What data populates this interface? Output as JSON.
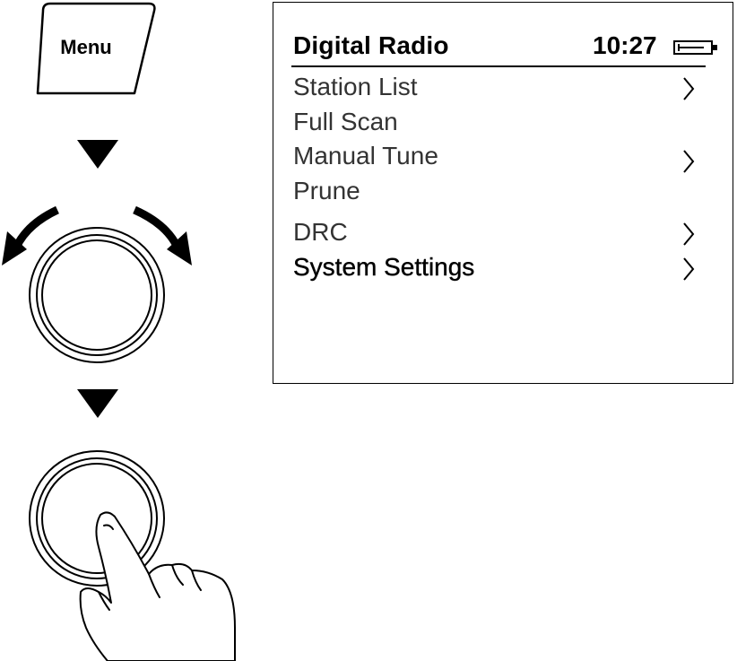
{
  "menu_button": {
    "label": "Menu"
  },
  "screen": {
    "title": "Digital Radio",
    "time": "10:27",
    "status_icon": "battery-icon",
    "items": [
      {
        "label": "Station List",
        "has_submenu": true,
        "highlighted": false
      },
      {
        "label": "Full Scan",
        "has_submenu": false,
        "highlighted": false
      },
      {
        "label": "Manual Tune",
        "has_submenu": true,
        "highlighted": false
      },
      {
        "label": "Prune",
        "has_submenu": false,
        "highlighted": false
      },
      {
        "label": "DRC",
        "has_submenu": true,
        "highlighted": false
      },
      {
        "label": "System Settings",
        "has_submenu": true,
        "highlighted": true
      }
    ]
  },
  "icons": {
    "step_arrow": "triangle-down-icon",
    "rotate_left": "rotate-left-arrow-icon",
    "rotate_right": "rotate-right-arrow-icon",
    "knob": "knob-icon",
    "press_hand": "pointing-hand-icon",
    "submenu": "chevron-right-icon"
  }
}
